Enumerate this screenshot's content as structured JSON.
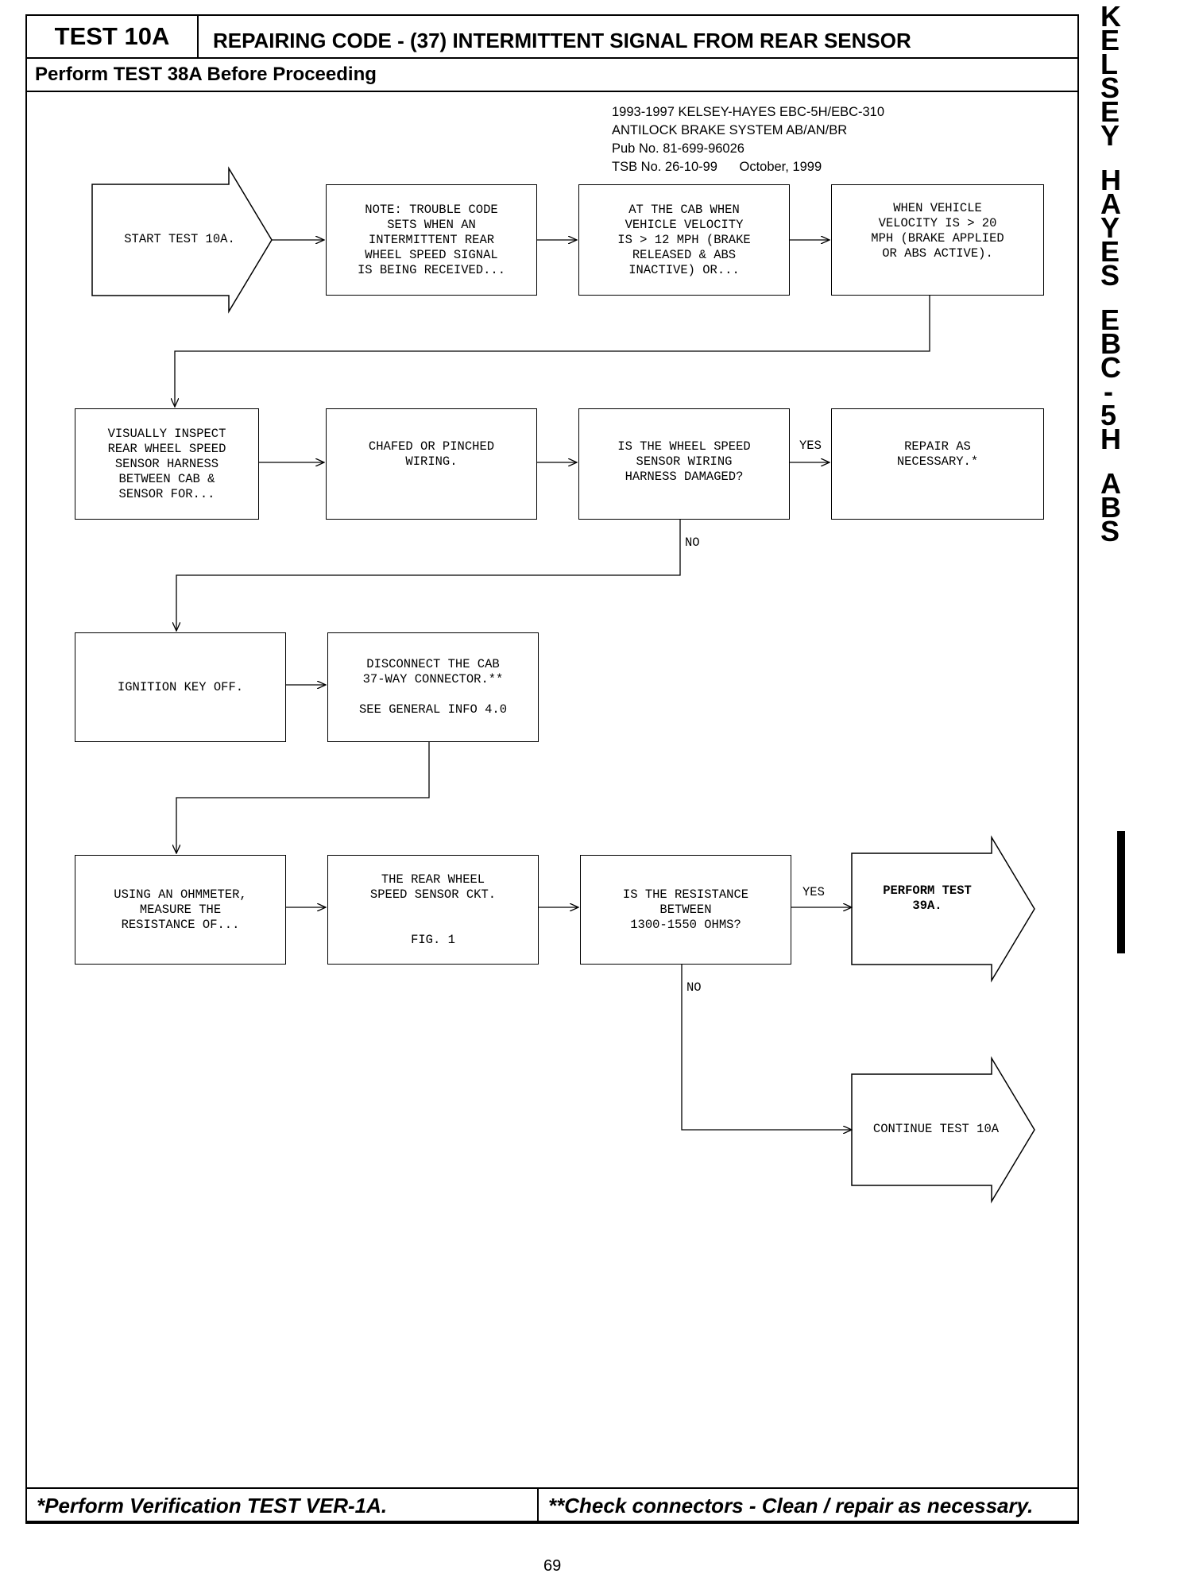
{
  "header": {
    "test_label": "TEST 10A",
    "title": "REPAIRING CODE - (37) INTERMITTENT SIGNAL FROM REAR SENSOR",
    "subtitle": "Perform TEST 38A Before Proceeding"
  },
  "pub_info": {
    "line1": "1993-1997 KELSEY-HAYES EBC-5H/EBC-310",
    "line2": "ANTILOCK BRAKE SYSTEM AB/AN/BR",
    "line3": "Pub No. 81-699-96026",
    "line4": "TSB No. 26-10-99      October, 1999"
  },
  "sidebar": {
    "words": [
      "KELSEY",
      "HAYES",
      "EBC-5H",
      "ABS"
    ]
  },
  "flow": {
    "start": "START TEST 10A.",
    "note": "NOTE: TROUBLE CODE\nSETS WHEN AN\nINTERMITTENT REAR\nWHEEL SPEED SIGNAL\nIS BEING RECEIVED...",
    "at_cab": "AT THE CAB WHEN\nVEHICLE VELOCITY\nIS > 12 MPH (BRAKE\nRELEASED & ABS\nINACTIVE) OR...",
    "when_vehicle": "WHEN VEHICLE\nVELOCITY IS > 20\nMPH (BRAKE APPLIED\nOR ABS ACTIVE).",
    "inspect": "VISUALLY INSPECT\nREAR WHEEL SPEED\nSENSOR HARNESS\nBETWEEN CAB &\nSENSOR FOR...",
    "chafed": "CHAFED OR PINCHED\nWIRING.",
    "damaged_q": "IS THE WHEEL SPEED\nSENSOR WIRING\nHARNESS DAMAGED?",
    "repair": "REPAIR AS\nNECESSARY.*",
    "ignition": "IGNITION KEY OFF.",
    "disconnect": "DISCONNECT THE CAB\n37-WAY CONNECTOR.**\n\nSEE GENERAL INFO 4.0",
    "ohmmeter": "USING AN OHMMETER,\nMEASURE THE\nRESISTANCE OF...",
    "rear_wheel": "THE REAR WHEEL\nSPEED SENSOR CKT.\n\n\nFIG. 1",
    "resistance_q": "IS THE RESISTANCE\nBETWEEN\n1300-1550 OHMS?",
    "perform39": "PERFORM TEST\n39A.",
    "continue": "CONTINUE TEST 10A",
    "yes": "YES",
    "no": "NO"
  },
  "footer": {
    "left": "*Perform Verification TEST VER-1A.",
    "right": "**Check connectors - Clean / repair as necessary.",
    "page": "69"
  }
}
